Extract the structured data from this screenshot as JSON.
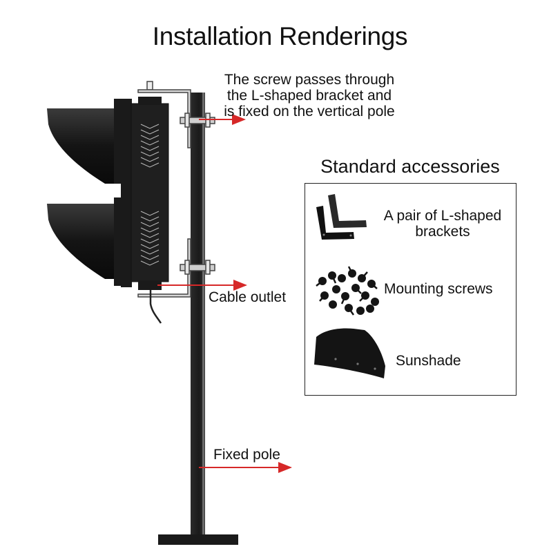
{
  "title": "Installation Renderings",
  "callouts": {
    "screw_line1": "The screw passes through",
    "screw_line2": "the L-shaped bracket and",
    "screw_line3": "is fixed on the vertical pole",
    "cable": "Cable outlet",
    "pole": "Fixed pole"
  },
  "accessories": {
    "title": "Standard accessories",
    "items": [
      {
        "label_line1": "A pair of L-shaped",
        "label_line2": "brackets",
        "icon": "l-bracket-icon"
      },
      {
        "label_line1": "Mounting screws",
        "icon": "screws-icon"
      },
      {
        "label_line1": "Sunshade",
        "icon": "sunshade-icon"
      }
    ]
  },
  "colors": {
    "arrow": "#d62828",
    "device": "#1c1c1c",
    "pole": "#1f1f1f"
  }
}
